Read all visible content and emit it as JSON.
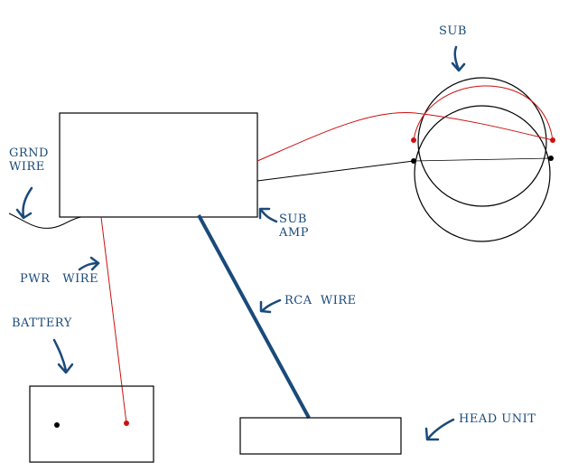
{
  "labels": {
    "sub": "SUB",
    "grnd_line1": "GRND",
    "grnd_line2": "WIRE",
    "amp_line1": "SUB",
    "amp_line2": "AMP",
    "pwr": "PWR   WIRE",
    "rca": "RCA  WIRE",
    "battery": "BATTERY",
    "head_unit": "HEAD UNIT"
  },
  "colors": {
    "outline": "#000000",
    "power_wire": "#cc1111",
    "rca_wire": "#1a4a7a",
    "annotation": "#1a4a7a"
  }
}
